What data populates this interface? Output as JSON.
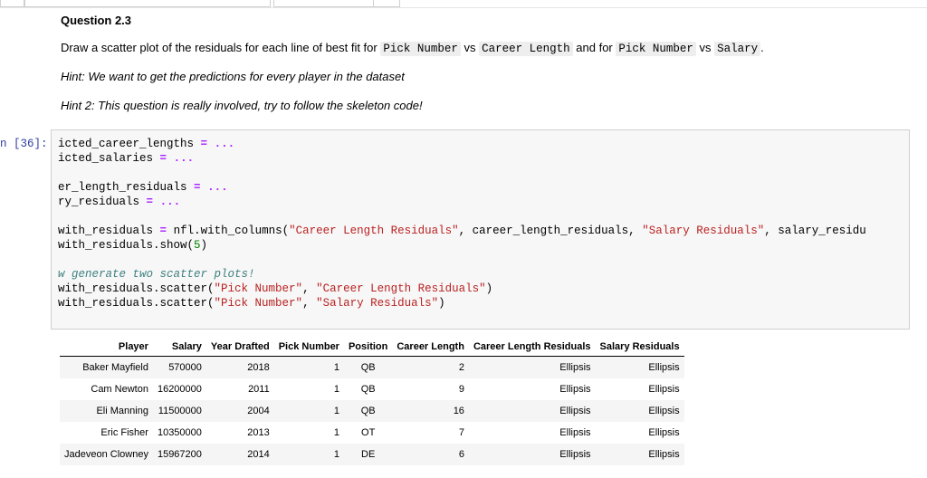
{
  "question": {
    "title": "Question 2.3",
    "instr_pre": "Draw a scatter plot of the residuals for each line of best fit for",
    "code1": "Pick Number",
    "vs1": "vs",
    "code2": "Career Length",
    "and_for": "and for",
    "code3": "Pick Number",
    "vs2": "vs",
    "code4": "Salary",
    "period": ".",
    "hint1": "Hint: We want to get the predictions for every player in the dataset",
    "hint2": "Hint 2: This question is really involved, try to follow the skeleton code!"
  },
  "cell": {
    "prompt": "n [36]:",
    "l1_name": "icted_career_lengths",
    "l2_name": "icted_salaries",
    "l3_name": "er_length_residuals",
    "l4_name": "ry_residuals",
    "eq": "=",
    "ellipsis": "...",
    "l5_a": "with_residuals",
    "l5_b": "nfl.with_columns(",
    "l5_s1": "\"Career Length Residuals\"",
    "l5_c": ", career_length_residuals, ",
    "l5_s2": "\"Salary Residuals\"",
    "l5_d": ", salary_residu",
    "l6_a": "with_residuals.show(",
    "l6_n": "5",
    "l6_b": ")",
    "comment": "w generate two scatter plots!",
    "l8_a": "with_residuals.scatter(",
    "l8_s1": "\"Pick Number\"",
    "l8_sep": ", ",
    "l8_s2": "\"Career Length Residuals\"",
    "l8_b": ")",
    "l9_a": "with_residuals.scatter(",
    "l9_s1": "\"Pick Number\"",
    "l9_sep": ", ",
    "l9_s2": "\"Salary Residuals\"",
    "l9_b": ")"
  },
  "table": {
    "headers": [
      "Player",
      "Salary",
      "Year Drafted",
      "Pick Number",
      "Position",
      "Career Length",
      "Career Length Residuals",
      "Salary Residuals"
    ],
    "rows": [
      [
        "Baker Mayfield",
        "570000",
        "2018",
        "1",
        "QB",
        "2",
        "Ellipsis",
        "Ellipsis"
      ],
      [
        "Cam Newton",
        "16200000",
        "2011",
        "1",
        "QB",
        "9",
        "Ellipsis",
        "Ellipsis"
      ],
      [
        "Eli Manning",
        "11500000",
        "2004",
        "1",
        "QB",
        "16",
        "Ellipsis",
        "Ellipsis"
      ],
      [
        "Eric Fisher",
        "10350000",
        "2013",
        "1",
        "OT",
        "7",
        "Ellipsis",
        "Ellipsis"
      ],
      [
        "Jadeveon Clowney",
        "15967200",
        "2014",
        "1",
        "DE",
        "6",
        "Ellipsis",
        "Ellipsis"
      ]
    ]
  }
}
